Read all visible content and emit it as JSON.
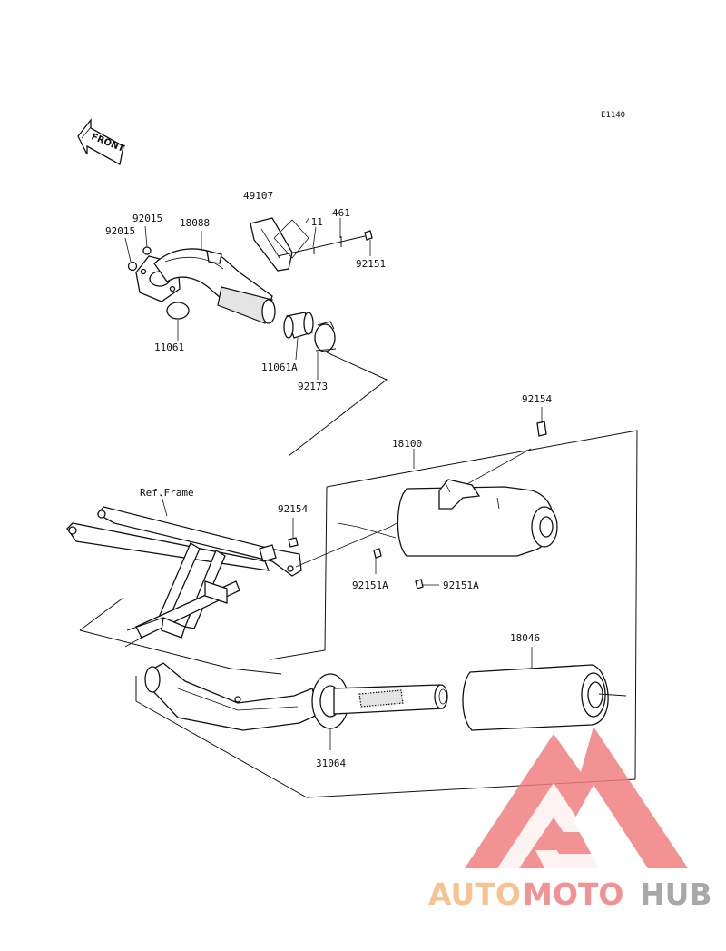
{
  "diagram": {
    "code": "E1140",
    "front_label": "FRONT",
    "ref_frame": "Ref.Frame",
    "parts": {
      "p49107": "49107",
      "p411": "411",
      "p461": "461",
      "p92151": "92151",
      "p92015a": "92015",
      "p92015b": "92015",
      "p18088": "18088",
      "p11061": "11061",
      "p11061A": "11061A",
      "p92173": "92173",
      "p92154a": "92154",
      "p92154b": "92154",
      "p18100": "18100",
      "p92151Aa": "92151A",
      "p92151Ab": "92151A",
      "p18046": "18046",
      "p31064": "31064"
    }
  },
  "watermark": {
    "text_a": "AUTO",
    "text_b": "MOTO",
    "text_c": "HUB",
    "color_a": "#f5b97e",
    "color_b": "#f07f7f",
    "color_c": "#9a9a9a"
  }
}
